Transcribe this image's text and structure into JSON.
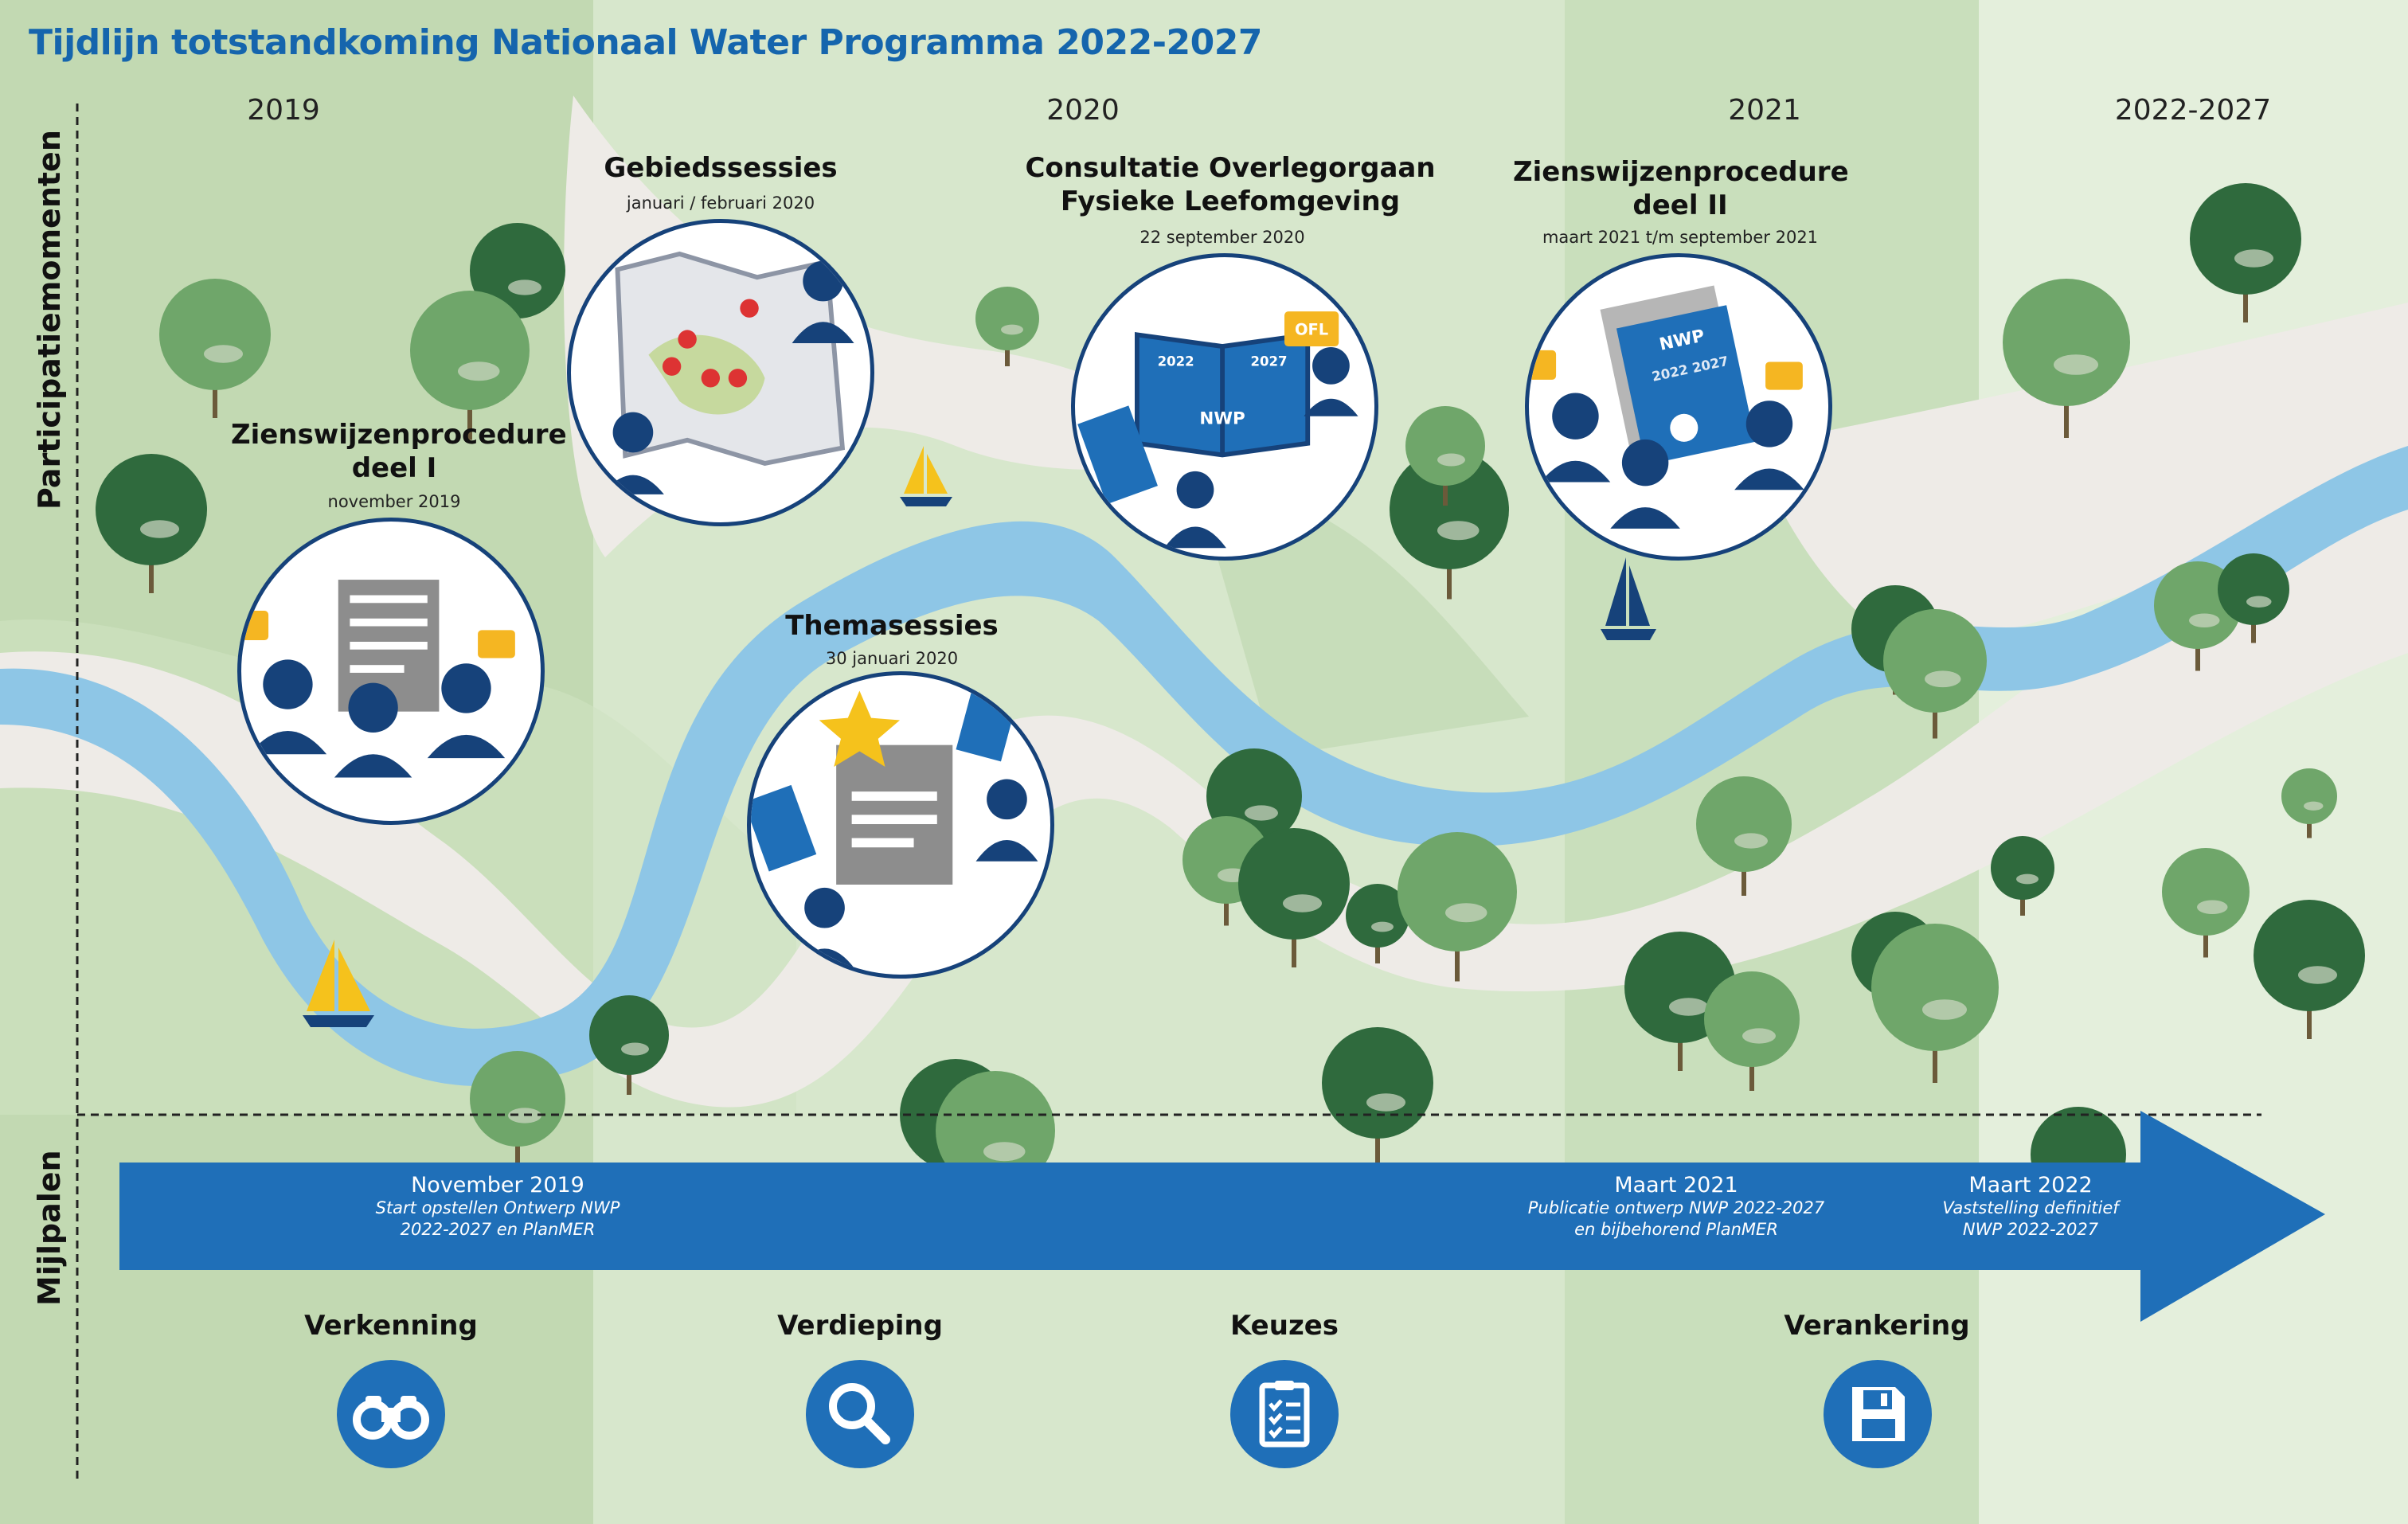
{
  "title": "Tijdlijn totstandkoming Nationaal Water Programma 2022-2027",
  "axis_labels": {
    "participation": "Participatiemomenten",
    "milestones": "Mijlpalen"
  },
  "years": [
    "2019",
    "2020",
    "2021",
    "2022-2027"
  ],
  "events": [
    {
      "title": "Zienswijzenprocedure deel I",
      "date": "november 2019",
      "icon": "document-icon"
    },
    {
      "title": "Gebiedssessies",
      "date": "januari / februari 2020",
      "icon": "map-icon"
    },
    {
      "title": "Themasessies",
      "date": "30 januari 2020",
      "icon": "document-star-icon"
    },
    {
      "title": "Consultatie Overlegorgaan Fysieke Leefomgeving",
      "date": "22 september 2020",
      "icon": "book-icon",
      "book_years": [
        "2022",
        "2027"
      ],
      "book_label": "NWP",
      "badge": "OFL"
    },
    {
      "title": "Zienswijzenprocedure deel II",
      "date": "maart 2021 t/m september 2021",
      "icon": "certificate-icon",
      "cert_label": "NWP",
      "cert_years": "2022 2027"
    }
  ],
  "milestones": [
    {
      "date": "November 2019",
      "line1": "Start opstellen Ontwerp NWP",
      "line2": "2022-2027 en PlanMER"
    },
    {
      "date": "Maart 2021",
      "line1": "Publicatie ontwerp NWP 2022-2027",
      "line2": "en bijbehorend PlanMER"
    },
    {
      "date": "Maart 2022",
      "line1": "Vaststelling definitief",
      "line2": "NWP 2022-2027"
    }
  ],
  "phases": [
    {
      "label": "Verkenning",
      "icon": "binoculars-icon"
    },
    {
      "label": "Verdieping",
      "icon": "magnifier-icon"
    },
    {
      "label": "Keuzes",
      "icon": "checklist-icon"
    },
    {
      "label": "Verankering",
      "icon": "save-icon"
    }
  ],
  "colors": {
    "title": "#1565ad",
    "arrow": "#1f6fb8",
    "river": "#8ec6e6",
    "path": "#eeebe7",
    "bg_2019": "#c2d9b2",
    "bg_2020": "#d7e7cc",
    "bg_2021": "#c9dfbc",
    "bg_2022": "#e4efdc",
    "tree_light": "#6fa66a",
    "tree_dark": "#2f6a3d",
    "speech": "#f5b622"
  }
}
